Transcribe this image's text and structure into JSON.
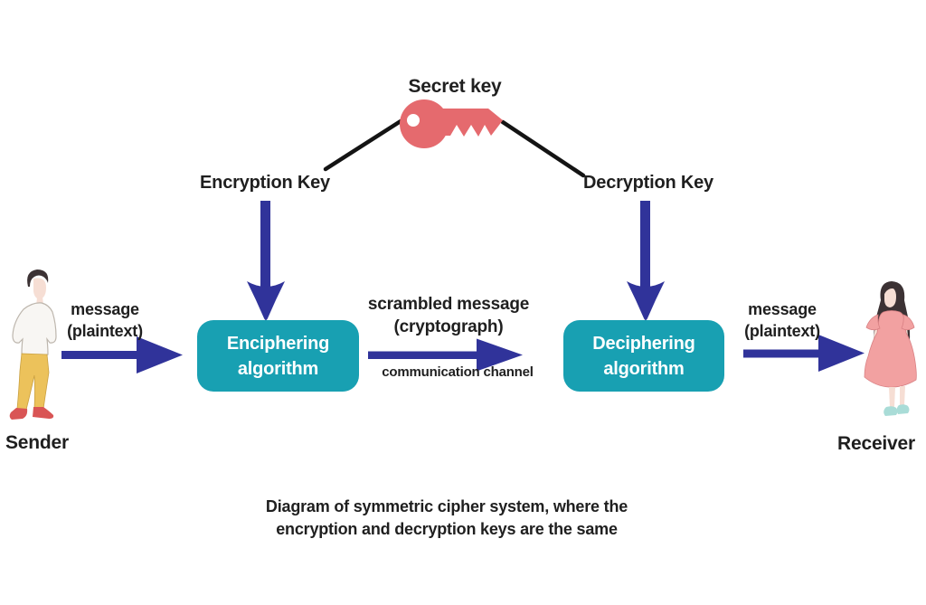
{
  "title": "Symmetric cipher system diagram",
  "colors": {
    "background": "#ffffff",
    "text": "#1f1f1f",
    "key": "#e56a6e",
    "key_hole": "#ffffff",
    "arrow": "#30339a",
    "box": "#18a0b2",
    "box_text": "#ffffff",
    "line": "#141414"
  },
  "figure": {
    "hair": "#3c3234",
    "skin": "#f6ded4",
    "shirt": "#f8f6f3",
    "shirt_outline": "#bdb6ad",
    "pants": "#ecc25b",
    "pants_outline": "#c9a041",
    "sender_shoes": "#d95555",
    "dress": "#f2a1a1",
    "dress_outline": "#d98184",
    "receiver_shoes": "#a9dcd7"
  },
  "top": {
    "secret_key_label": "Secret key",
    "key_icon": "key-icon",
    "encryption_key_label": "Encryption Key",
    "decryption_key_label": "Decryption Key"
  },
  "sender": {
    "name": "Sender",
    "figure": "man-illustration",
    "message_line1": "message",
    "message_line2": "(plaintext)"
  },
  "receiver": {
    "name": "Receiver",
    "figure": "woman-illustration",
    "message_line1": "message",
    "message_line2": "(plaintext)"
  },
  "encipher_box": {
    "line1": "Enciphering",
    "line2": "algorithm"
  },
  "decipher_box": {
    "line1": "Deciphering",
    "line2": "algorithm"
  },
  "channel": {
    "label_line1": "scrambled message",
    "label_line2": "(cryptograph)",
    "channel_label": "communication channel"
  },
  "caption": {
    "line1": "Diagram of symmetric cipher system, where the",
    "line2": "encryption and decryption keys are the same"
  }
}
